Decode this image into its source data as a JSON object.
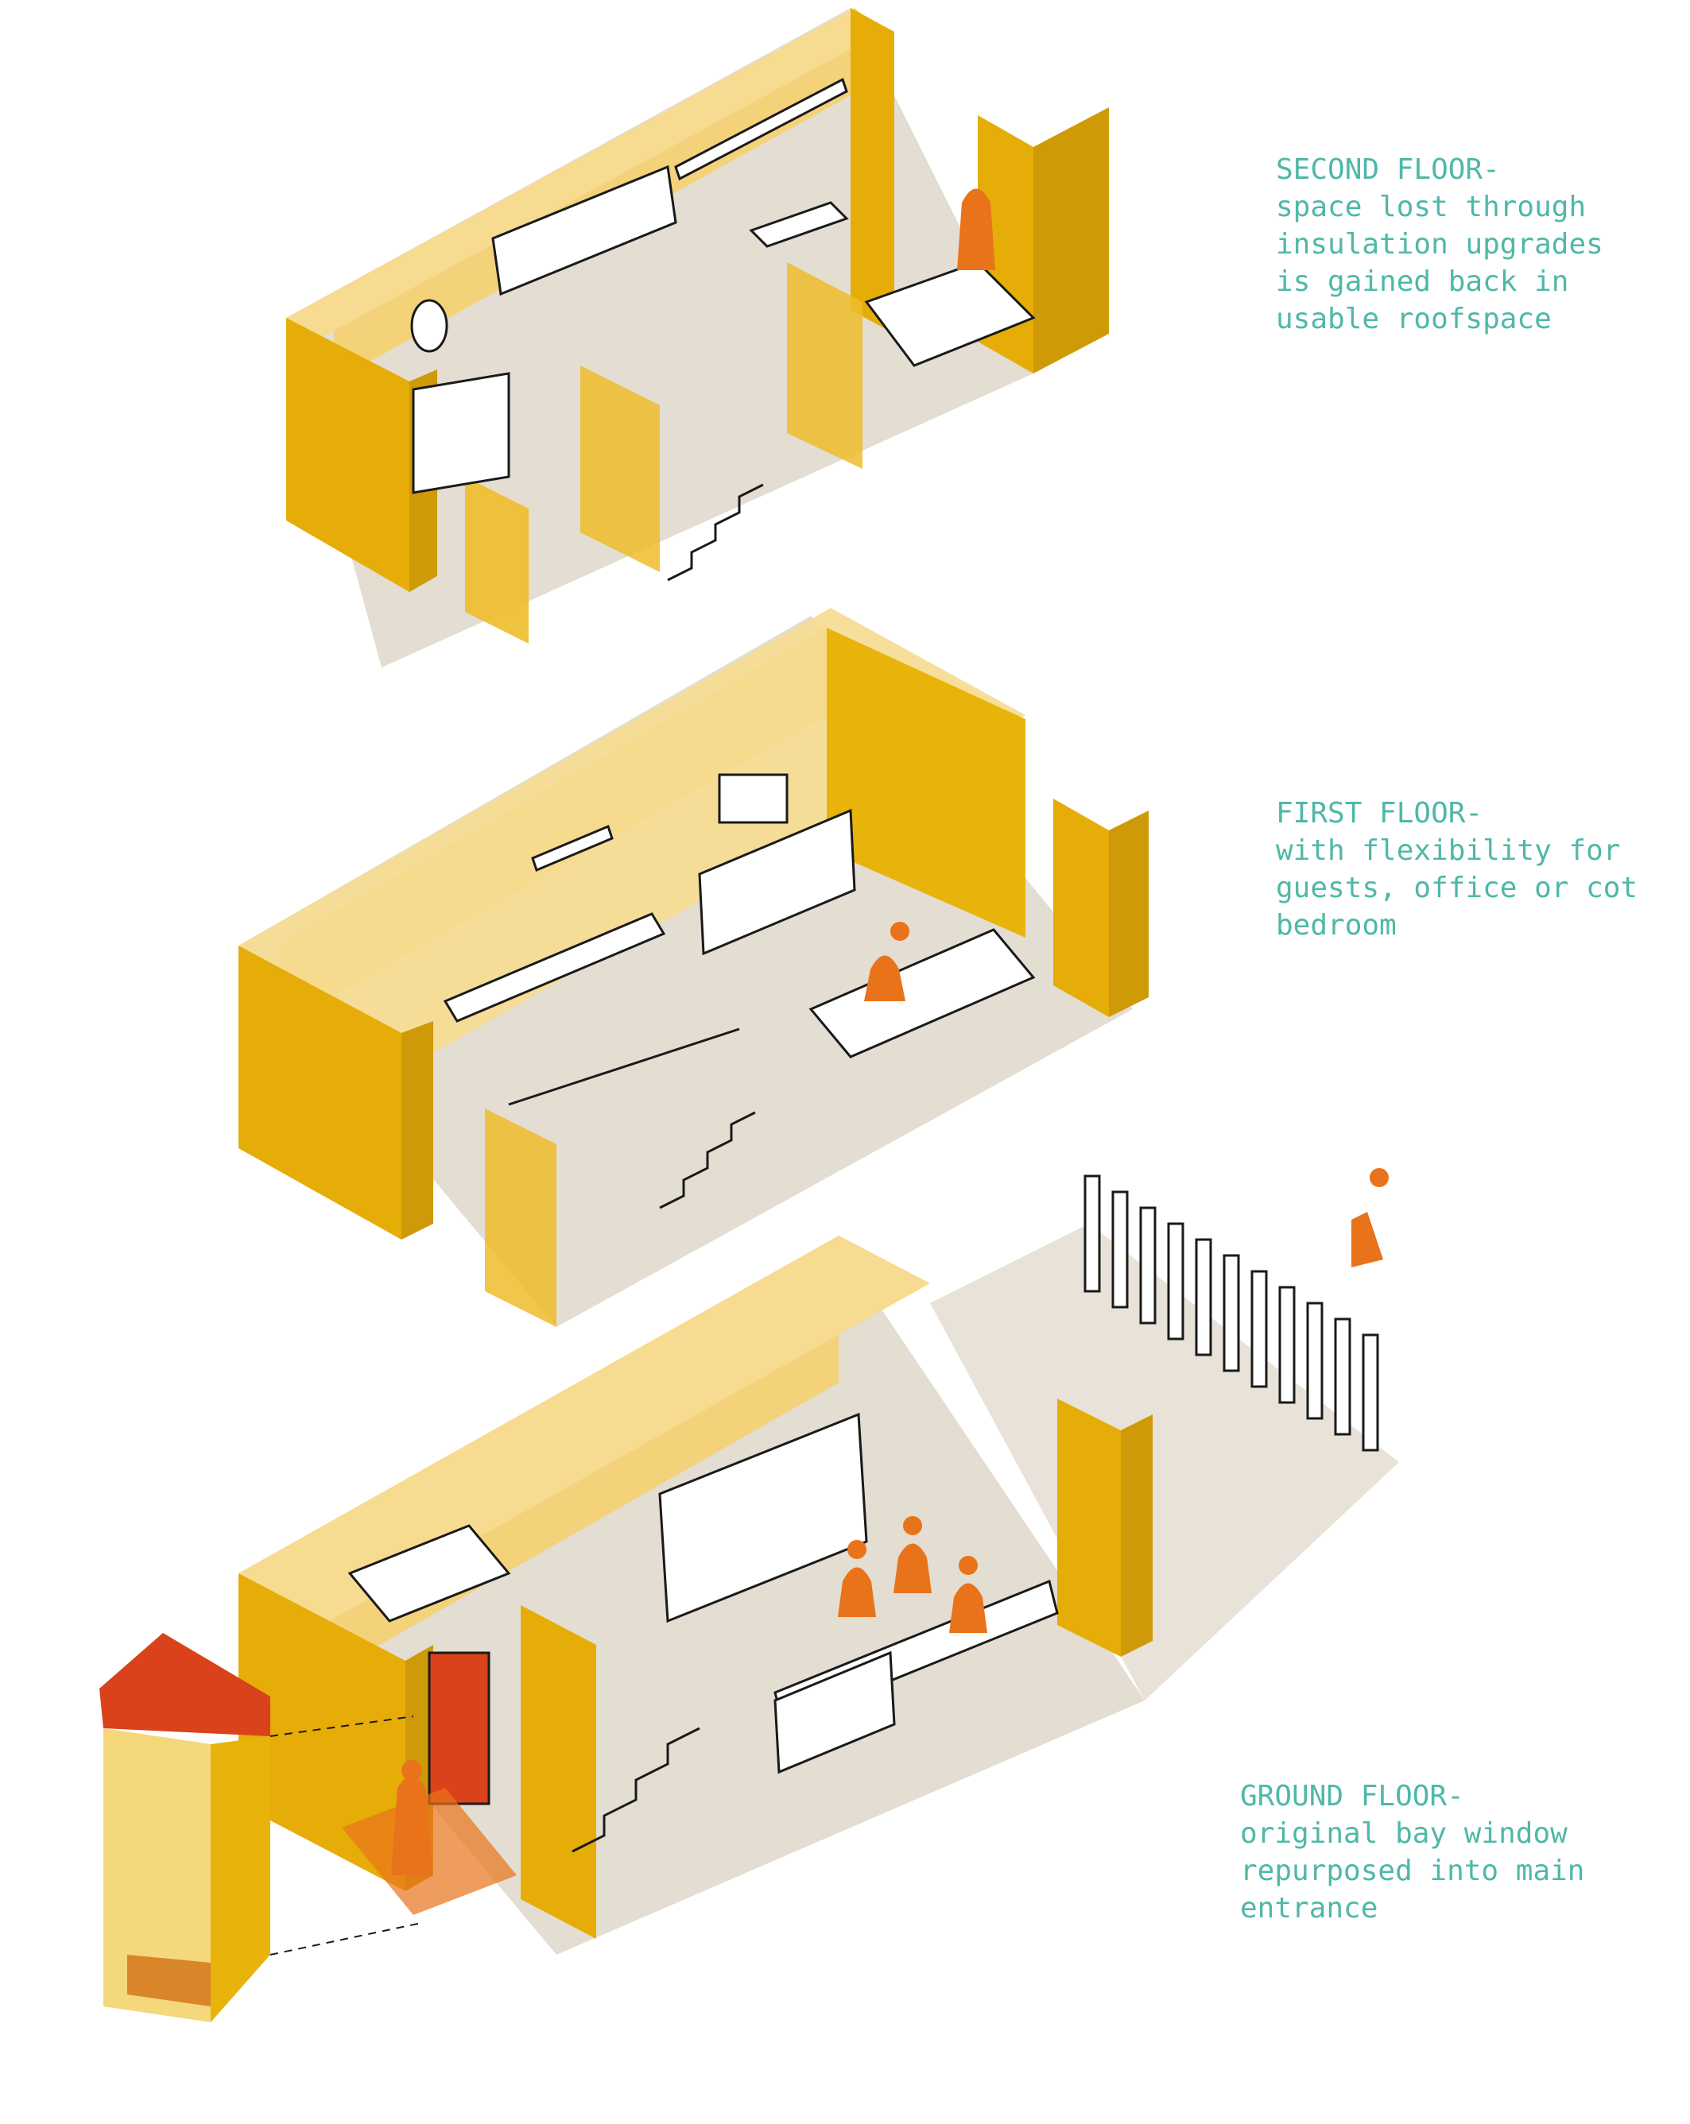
{
  "captions": {
    "second_floor": {
      "line1": "SECOND FLOOR-",
      "line2": "space lost through",
      "line3": "insulation upgrades",
      "line4": "is gained back in",
      "line5": "usable roofspace"
    },
    "first_floor": {
      "line1": "FIRST FLOOR-",
      "line2": "with flexibility for",
      "line3": "guests, office or cot",
      "line4": "bedroom"
    },
    "ground_floor": {
      "line1": "GROUND FLOOR-",
      "line2": "original bay window",
      "line3": "repurposed into main",
      "line4": "entrance"
    }
  },
  "colors": {
    "wall": "#e8b40c",
    "wall_dark": "#cf9a08",
    "wall_light": "#f5d77c",
    "floor": "#e3ddd2",
    "person": "#e8731a",
    "roof": "#d9421a",
    "text": "#4fb8a8",
    "ink": "#1a1a1a"
  }
}
